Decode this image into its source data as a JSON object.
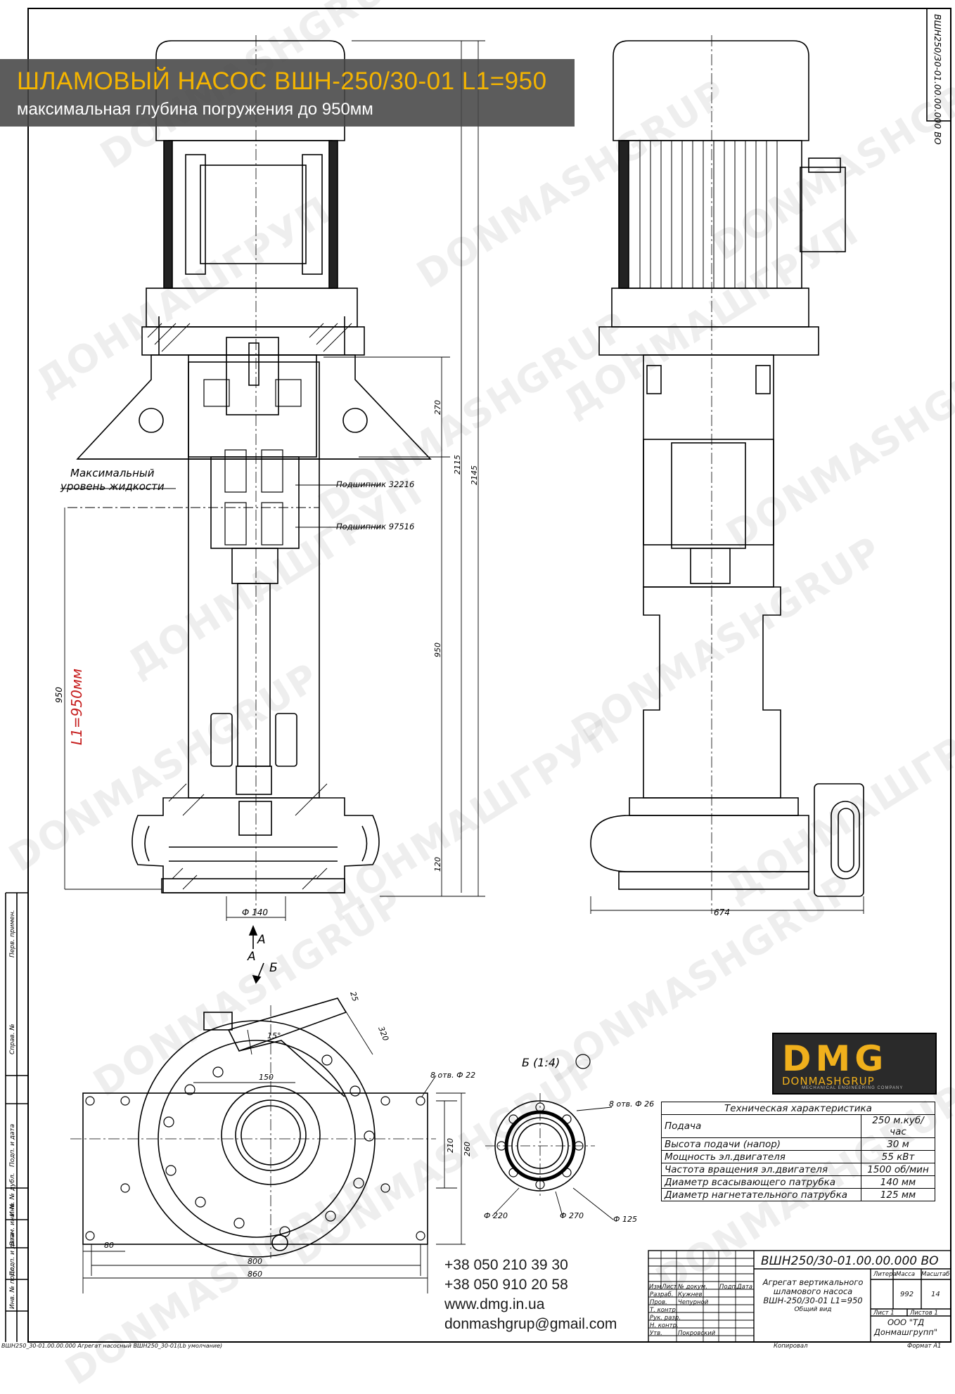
{
  "banner": {
    "title": "ШЛАМОВЫЙ НАСОС ВШН-250/30-01 L1=950",
    "subtitle": "максимальная глубина погружения до 950мм"
  },
  "watermark": {
    "latin": "DONMASHGRUP",
    "cyrillic": "ДОНМАШГРУП"
  },
  "drawing": {
    "stamp_code_rotated": "ВШН250/30-01.00.00.000 ВО",
    "liquid_level": [
      "Максимальный",
      "уровень жидкости"
    ],
    "bearing_1": "Подшипник 32216",
    "bearing_2": "Подшипник 97516",
    "l1_label": "L1=950мм",
    "dims": {
      "d270": "270",
      "d2115": "2115",
      "d2145": "2145",
      "d950": "950",
      "d950_left": "950",
      "d120": "120",
      "d140": "Ф 140",
      "d674": "674",
      "d25": "25",
      "d320": "320",
      "d15": "15°",
      "d150": "150",
      "d8holes22": "8 отв. Ф 22",
      "d210": "210",
      "d260": "260",
      "d80": "80",
      "d800": "800",
      "d860": "860",
      "d8holes26": "8 отв. Ф 26",
      "d220": "Ф 220",
      "d270b": "Ф 270",
      "d125": "Ф 125"
    },
    "view_a": "А",
    "view_b": "Б",
    "detail_b": "Б (1:4)"
  },
  "logo": {
    "mark": "DMG",
    "name": "DONMASHGRUP",
    "tagline": "MECHANICAL ENGINEERING COMPANY",
    "color": "#f0b01c"
  },
  "spec": {
    "title": "Техническая характеристика",
    "rows": [
      {
        "name": "Подача",
        "value": "250 м.куб/час"
      },
      {
        "name": "Высота подачи (напор)",
        "value": "30 м"
      },
      {
        "name": "Мощность эл.двигателя",
        "value": "55 кВт"
      },
      {
        "name": "Частота вращения эл.двигателя",
        "value": "1500 об/мин"
      },
      {
        "name": "Диаметр всасывающего патрубка",
        "value": "140 мм"
      },
      {
        "name": "Диаметр нагнетательного патрубка",
        "value": "125 мм"
      }
    ]
  },
  "contacts": {
    "phone1": "+38 050 210 39 30",
    "phone2": "+38 050 910 20 58",
    "site": "www.dmg.in.ua",
    "email": "donmashgrup@gmail.com"
  },
  "title_block": {
    "code": "ВШН250/30-01.00.00.000 ВО",
    "name": [
      "Агрегат вертикального",
      "шламового насоса",
      "ВШН-250/30-01 L1=950",
      "Общий вид"
    ],
    "col_litera": "Литера",
    "col_mass": "Масса",
    "col_scale": "Масштаб",
    "mass": "992",
    "scale": "14",
    "sheet": "Лист 1",
    "sheets": "Листов 1",
    "company": [
      "ООО \"ТД",
      "Донмашгрупп\""
    ],
    "roles": [
      "Изм",
      "Лист",
      "№ докум.",
      "Подп.",
      "Дата",
      "Разраб.",
      "Кужнев",
      "Пров.",
      "Чепурной",
      "Т. контр.",
      "Рук. разр.",
      "Н. контр.",
      "Утв.",
      "Покровский"
    ],
    "copied": "Копировал",
    "format": "Формат А1"
  },
  "side_strip": [
    "Перв. примен.",
    "Справ. №",
    "Подп. и дата",
    "Инв. № дубл.",
    "Взам. инв. №",
    "Подп. и дата",
    "Инв. № подл."
  ],
  "footer_line": "ВШН250_30-01.00.00.000 Агрегат насосный ВШН250_30-01(Lb умолчание)"
}
